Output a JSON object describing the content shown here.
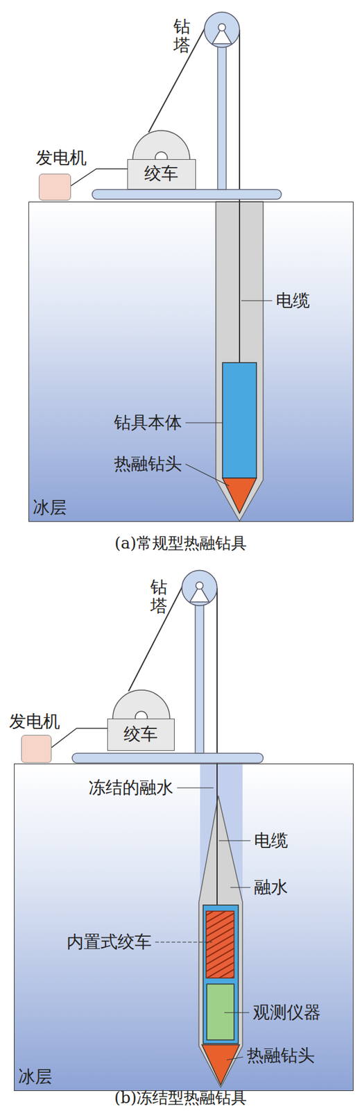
{
  "diagram": {
    "nodes": [
      {
        "text": [
          "发电机"
        ]
      },
      {
        "text": [
          "绞车"
        ]
      },
      {
        "text": [
          "冰层"
        ]
      },
      {
        "text": [
          "发电机"
        ]
      },
      {
        "text": [
          "绞车"
        ]
      },
      {
        "text": [
          "冰层"
        ]
      }
    ],
    "edges": [
      {
        "from": 0,
        "to": 1,
        "arrow": "none"
      },
      {
        "from": 3,
        "to": 4,
        "arrow": "none"
      }
    ],
    "labels": [
      "钻塔",
      "电缆",
      "钻具本体",
      "热融钻头",
      "(a)常规型热融钻具",
      "钻塔",
      "冻结的融水",
      "电缆",
      "融水",
      "内置式绞车",
      "观测仪器",
      "热融钻头",
      "(b)冻结型热融钻具"
    ]
  }
}
